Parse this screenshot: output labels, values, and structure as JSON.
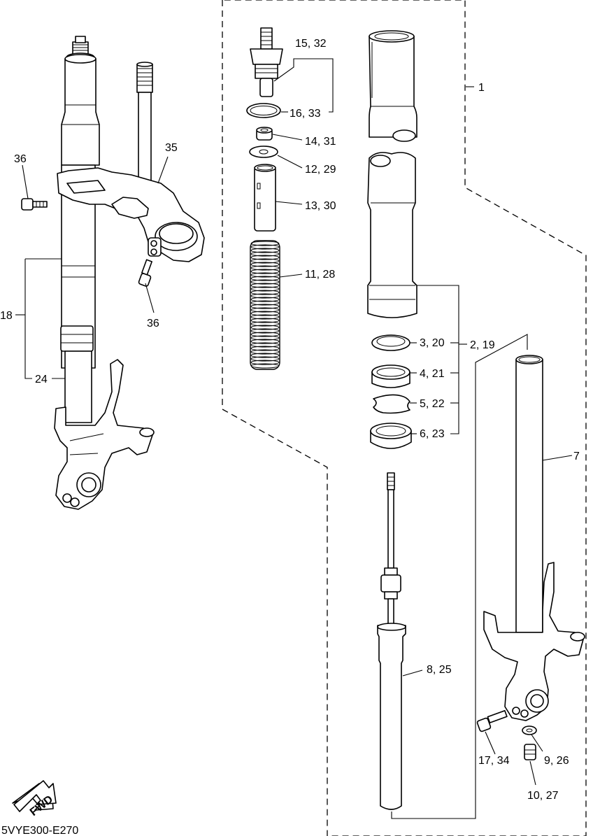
{
  "diagram_code": "5VYE300-E270",
  "fwd_label": "FWD",
  "callouts": {
    "c1": "1",
    "c2_19": "2, 19",
    "c3_20": "3, 20",
    "c4_21": "4, 21",
    "c5_22": "5, 22",
    "c6_23": "6, 23",
    "c7": "7",
    "c8_25": "8, 25",
    "c9_26": "9, 26",
    "c10_27": "10, 27",
    "c11_28": "11, 28",
    "c12_29": "12, 29",
    "c13_30": "13, 30",
    "c14_31": "14, 31",
    "c15_32": "15, 32",
    "c16_33": "16, 33",
    "c17_34": "17, 34",
    "c18": "18",
    "c24": "24",
    "c35": "35",
    "c36_top": "36",
    "c36_bottom": "36"
  }
}
